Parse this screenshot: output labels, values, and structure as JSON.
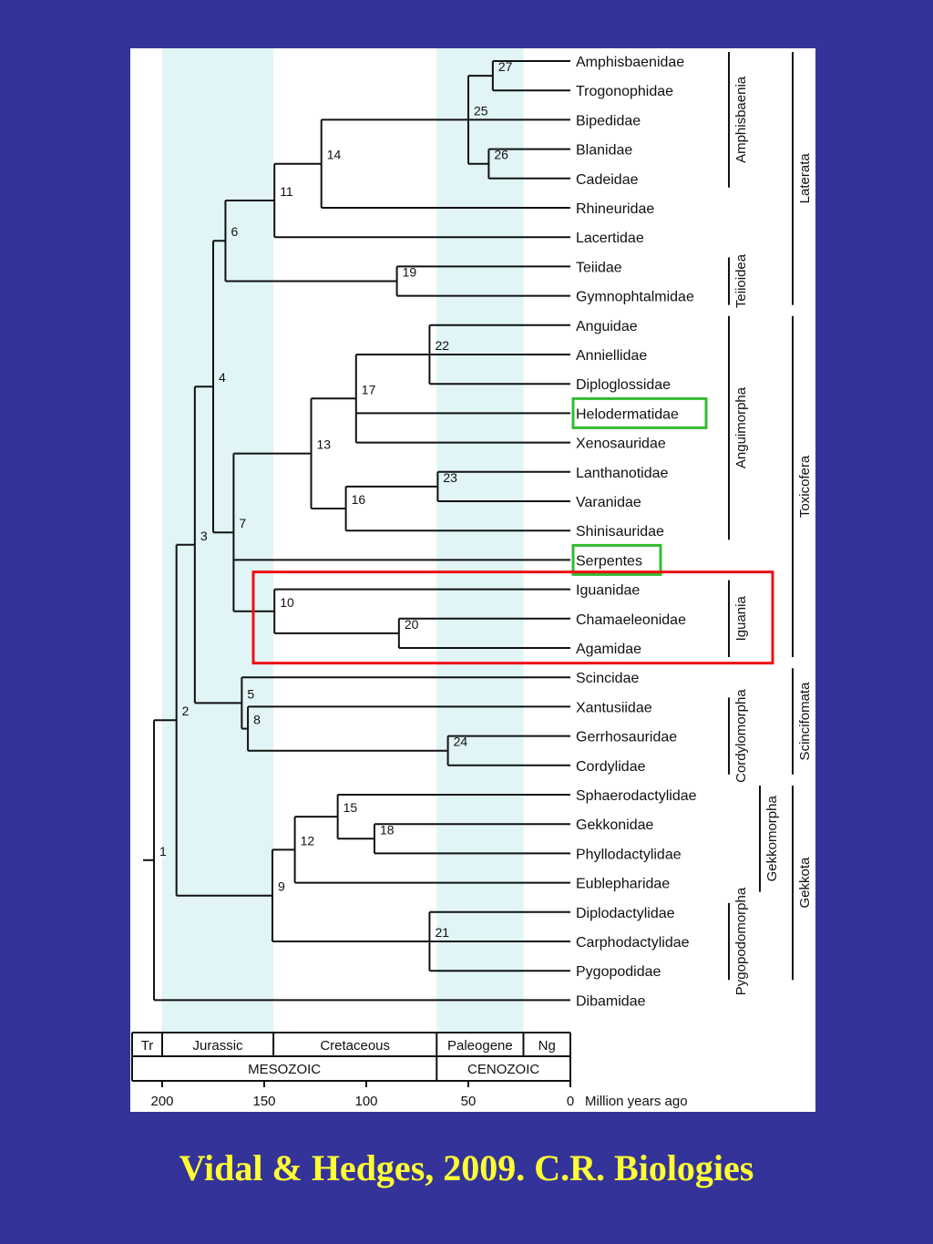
{
  "figure": {
    "citation": "Vidal & Hedges, 2009. C.R. Biologies",
    "taxa": [
      "Amphisbaenidae",
      "Trogonophidae",
      "Bipedidae",
      "Blanidae",
      "Cadeidae",
      "Rhineuridae",
      "Lacertidae",
      "Teiidae",
      "Gymnophtalmidae",
      "Anguidae",
      "Anniellidae",
      "Diploglossidae",
      "Helodermatidae",
      "Xenosauridae",
      "Lanthanotidae",
      "Varanidae",
      "Shinisauridae",
      "Serpentes",
      "Iguanidae",
      "Chamaeleonidae",
      "Agamidae",
      "Scincidae",
      "Xantusiidae",
      "Gerrhosauridae",
      "Cordylidae",
      "Sphaerodactylidae",
      "Gekkonidae",
      "Phyllodactylidae",
      "Eublepharidae",
      "Diplodactylidae",
      "Carphodactylidae",
      "Pygopodidae",
      "Dibamidae"
    ],
    "highlighted_green": [
      "Helodermatidae",
      "Serpentes"
    ],
    "highlighted_red": [
      "Iguanidae",
      "Chamaeleonidae",
      "Agamidae"
    ],
    "node_ages_mya": {
      "1": 204,
      "2": 193,
      "3": 184,
      "4": 175,
      "5": 161,
      "6": 169,
      "7": 165,
      "8": 158,
      "9": 146,
      "10": 145,
      "11": 145,
      "12": 135,
      "13": 127,
      "14": 122,
      "15": 114,
      "16": 110,
      "17": 105,
      "18": 96,
      "19": 85,
      "20": 84,
      "21": 69,
      "22": 69,
      "23": 65,
      "24": 60,
      "25": 50,
      "26": 40,
      "27": 38
    },
    "clade_labels_inner": [
      "Amphisbaenia",
      "Teiioidea",
      "Anguimorpha",
      "Iguania",
      "Cordylomorpha",
      "Gekkomorpha",
      "Pygopodomorpha"
    ],
    "clade_labels_outer": [
      "Laterata",
      "Toxicofera",
      "Scincifomata",
      "Gekkota"
    ],
    "timescale": {
      "periods": [
        "Tr",
        "Jurassic",
        "Cretaceous",
        "Paleogene",
        "Ng"
      ],
      "eras": [
        "MESOZOIC",
        "CENOZOIC"
      ],
      "axis_ticks": [
        "200",
        "150",
        "100",
        "50",
        "0"
      ],
      "axis_label": "Million years ago",
      "shaded_intervals_mya": [
        [
          200,
          145.5
        ],
        [
          65.5,
          23
        ]
      ]
    }
  }
}
